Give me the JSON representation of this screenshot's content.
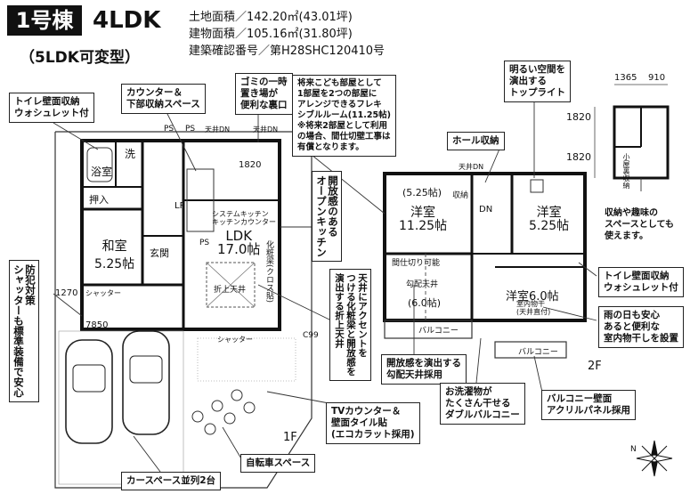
{
  "header": {
    "unit_badge": "1号棟",
    "layout": "4LDK",
    "variant": "（5LDK可変型）",
    "land_area": "土地面積／142.20㎡(43.01坪)",
    "building_area": "建物面積／105.16㎡(31.80坪)",
    "permit_no": "建築確認番号／第H28SHC120410号"
  },
  "callouts": {
    "toilet_wall_1f": "トイレ壁面収納\nウォシュレット付",
    "counter": "カウンター＆\n下部収納スペース",
    "garbage": "ゴミの一時\n置き場が\n便利な裏口",
    "future": "将来こども部屋として\n1部屋を2つの部屋に\nアレンジできるフレキ\nシブルルーム(11.25帖)\n※将来2部屋として利用\nの場合、間仕切壁工事は\n有償となります。",
    "hall_storage": "ホール収納",
    "toplight": "明るい空間を\n演出する\nトップライト",
    "open_kitchen": "開放感のある\nオープンキッチン",
    "ceiling_vertical": "天井にアクセントを\nつける化粧梁と開放感を\n演出する折上天井",
    "security_vertical": "防犯対策\nシャッターも標準装備で安心",
    "storage_hobby": "収納や趣味の\nスペースとしても\n使えます。",
    "toilet_wall_2f": "トイレ壁面収納\nウォシュレット付",
    "rainy_day": "雨の日も安心\nあると便利な\n室内物干しを設置",
    "open_ceiling": "開放感を演出する\n勾配天井採用",
    "double_balcony": "お洗濯物が\nたくさん干せる\nダブルバルコニー",
    "balcony_panel": "バルコニー壁面\nアクリルパネル採用",
    "tv_counter": "TVカウンター＆\n壁面タイル貼\n(エコカラット採用)",
    "bicycle": "自転車スペース",
    "carport": "カースペース並列2台"
  },
  "rooms_1f": {
    "bath": "浴室",
    "washroom": "洗",
    "closet": "押入",
    "washitsu": "和室\n5.25帖",
    "entrance": "玄関",
    "ldk": "LDK\n17.0帖",
    "system_kitchen": "システムキッチン\nキッチンカウンター",
    "cosmetic_beam": "化粧梁(クロス貼)",
    "oriage": "折上天井",
    "lp": "LP",
    "ps1": "PS",
    "ps2": "PS",
    "shutter1": "シャッター",
    "shutter2": "シャッター",
    "cm": "C99",
    "floor_label": "1F",
    "tenjo_dn1": "天井DN",
    "tenjo_dn2": "天井DN",
    "ps_top": "PS",
    "dim_1820": "1820"
  },
  "rooms_2f": {
    "western_big": "洋室\n11.25帖",
    "western_big_note": "(5.25帖)",
    "western_small": "洋室\n5.25帖",
    "western_6": "洋室6.0帖",
    "indoor_dry": "室内物干\n(天井直付)",
    "partition": "間仕切り可能",
    "sloped": "勾配天井",
    "sloped_6": "(6.0帖)",
    "storage": "収納",
    "balcony1": "バルコニー",
    "balcony2": "バルコニー",
    "floor_label": "2F",
    "dn": "DN",
    "tenjo_dn": "天井DN",
    "attic": "小屋裏収納"
  },
  "dimensions": {
    "d1365": "1365",
    "d910": "910",
    "d1820a": "1820",
    "d1820b": "1820",
    "d1270": "1270",
    "d7850": "7850"
  },
  "compass": "N"
}
